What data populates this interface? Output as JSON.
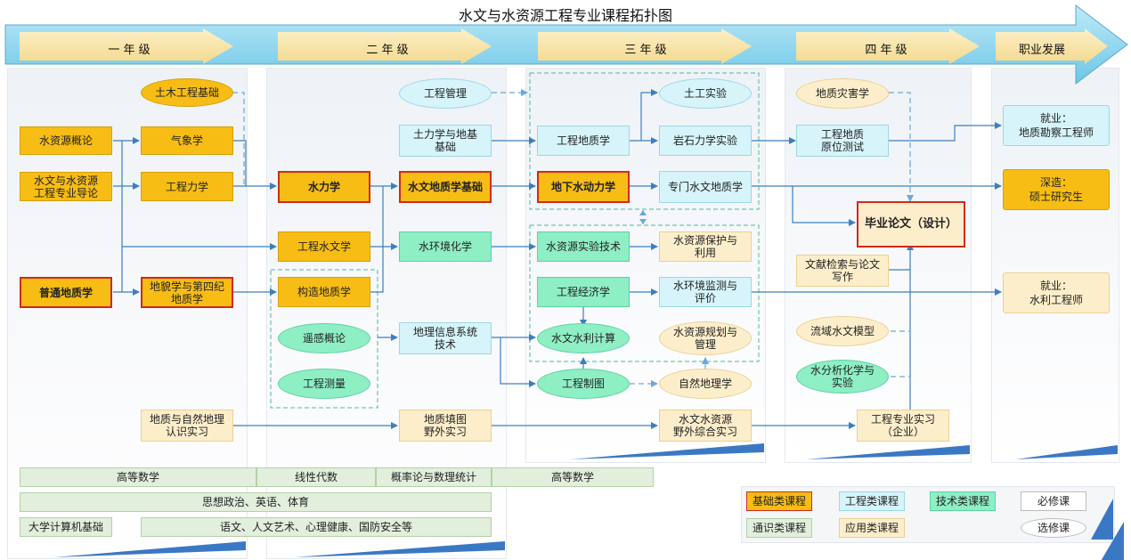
{
  "title": "水文与水资源工程专业课程拓扑图",
  "years": [
    "一 年 级",
    "二 年 级",
    "三 年 级",
    "四 年 级",
    "职业发展"
  ],
  "colors": {
    "basic": "#f7bd14",
    "engineering": "#d6f4fa",
    "technical": "#8eeec4",
    "applied": "#fdeecb",
    "general": "#e2efdc",
    "key_border": "#d12a1a",
    "arrow": "#3b7fc0",
    "dashed": "#6aa8d8",
    "group_border": "#4fb79a",
    "banner": "#7fd3ee"
  },
  "courses": {
    "tumu": "土木工程基础",
    "shuiziyuan_gailun": "水资源概论",
    "qixiang": "气象学",
    "daolun": "水文与水资源\n工程专业导论",
    "gongcheng_lixue": "工程力学",
    "putong_dizhi": "普通地质学",
    "dimao": "地貌学与第四纪\n地质学",
    "dizhi_renshi": "地质与自然地理\n认识实习",
    "shuili": "水力学",
    "gongcheng_shuiwen": "工程水文学",
    "gouzao": "构造地质学",
    "yaogan": "遥感概论",
    "celiang": "工程测量",
    "gongcheng_guanli": "工程管理",
    "tuli": "土力学与地基\n基础",
    "shuiwen_dizhi_jichu": "水文地质学基础",
    "shuihuanjing_huaxue": "水环境化学",
    "gis": "地理信息系统\n技术",
    "tianbiao": "地质填图\n野外实习",
    "tugong_shiyan": "土工实验",
    "gongcheng_dizhi": "工程地质学",
    "yanshi_shiyan": "岩石力学实验",
    "dixia_shui": "地下水动力学",
    "zhuanmen_shuiwen": "专门水文地质学",
    "shiyan_jishu": "水资源实验技术",
    "baohu_liyong": "水资源保护与\n利用",
    "jingji": "工程经济学",
    "jiance": "水环境监测与\n评价",
    "shuili_jisuan": "水文水利计算",
    "guihua": "水资源规划与\n管理",
    "zhitu": "工程制图",
    "ziran_dili": "自然地理学",
    "zonghe_shixi": "水文水资源\n野外综合实习",
    "zaihai": "地质灾害学",
    "yuanwei": "工程地质\n原位测试",
    "lunwen": "毕业论文（设计）",
    "wenxian": "文献检索与论文\n写作",
    "liuyu_moxing": "流域水文模型",
    "shuifenxi": "水分析化学与\n实验",
    "zhuanye_shixi": "工程专业实习\n（企业）"
  },
  "careers": {
    "kancha": "就业：\n地质勘察工程师",
    "shuoshi": "深造：\n硕士研究生",
    "shuili_gcs": "就业：\n水利工程师"
  },
  "general_courses": {
    "gaodeng1": "高等数学",
    "xianxing": "线性代数",
    "gailv": "概率论与数理统计",
    "gaodeng2": "高等数学",
    "sizheng": "思想政治、英语、体育",
    "jisuanji": "大学计算机基础",
    "yuwen": "语文、人文艺术、心理健康、国防安全等"
  },
  "legend": {
    "basic": "基础类课程",
    "engineering": "工程类课程",
    "technical": "技术类课程",
    "required": "必修课",
    "general": "通识类课程",
    "applied": "应用类课程",
    "elective": "选修课"
  }
}
